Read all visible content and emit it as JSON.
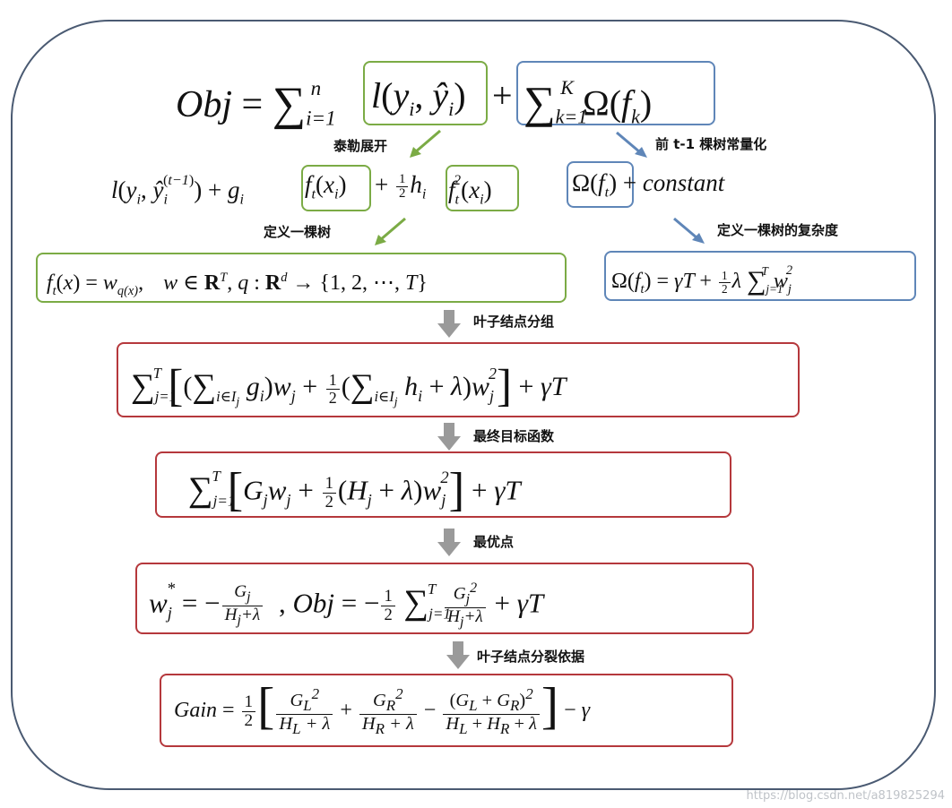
{
  "labels": {
    "taylor": "泰勒展开",
    "prev_trees": "前 t-1 棵树常量化",
    "define_tree": "定义一棵树",
    "define_complexity": "定义一棵树的复杂度",
    "leaf_group": "叶子结点分组",
    "final_objective": "最终目标函数",
    "optimal": "最优点",
    "split_criterion": "叶子结点分裂依据"
  },
  "formula_text": {
    "constant": "constant",
    "gain": "Gain"
  },
  "watermark": "https://blog.csdn.net/a819825294",
  "colors": {
    "frame": "#4a5a72",
    "green": "#7bab45",
    "blue": "#5f86b8",
    "red": "#b5383c",
    "step_arrow": "#9a9a9a"
  }
}
